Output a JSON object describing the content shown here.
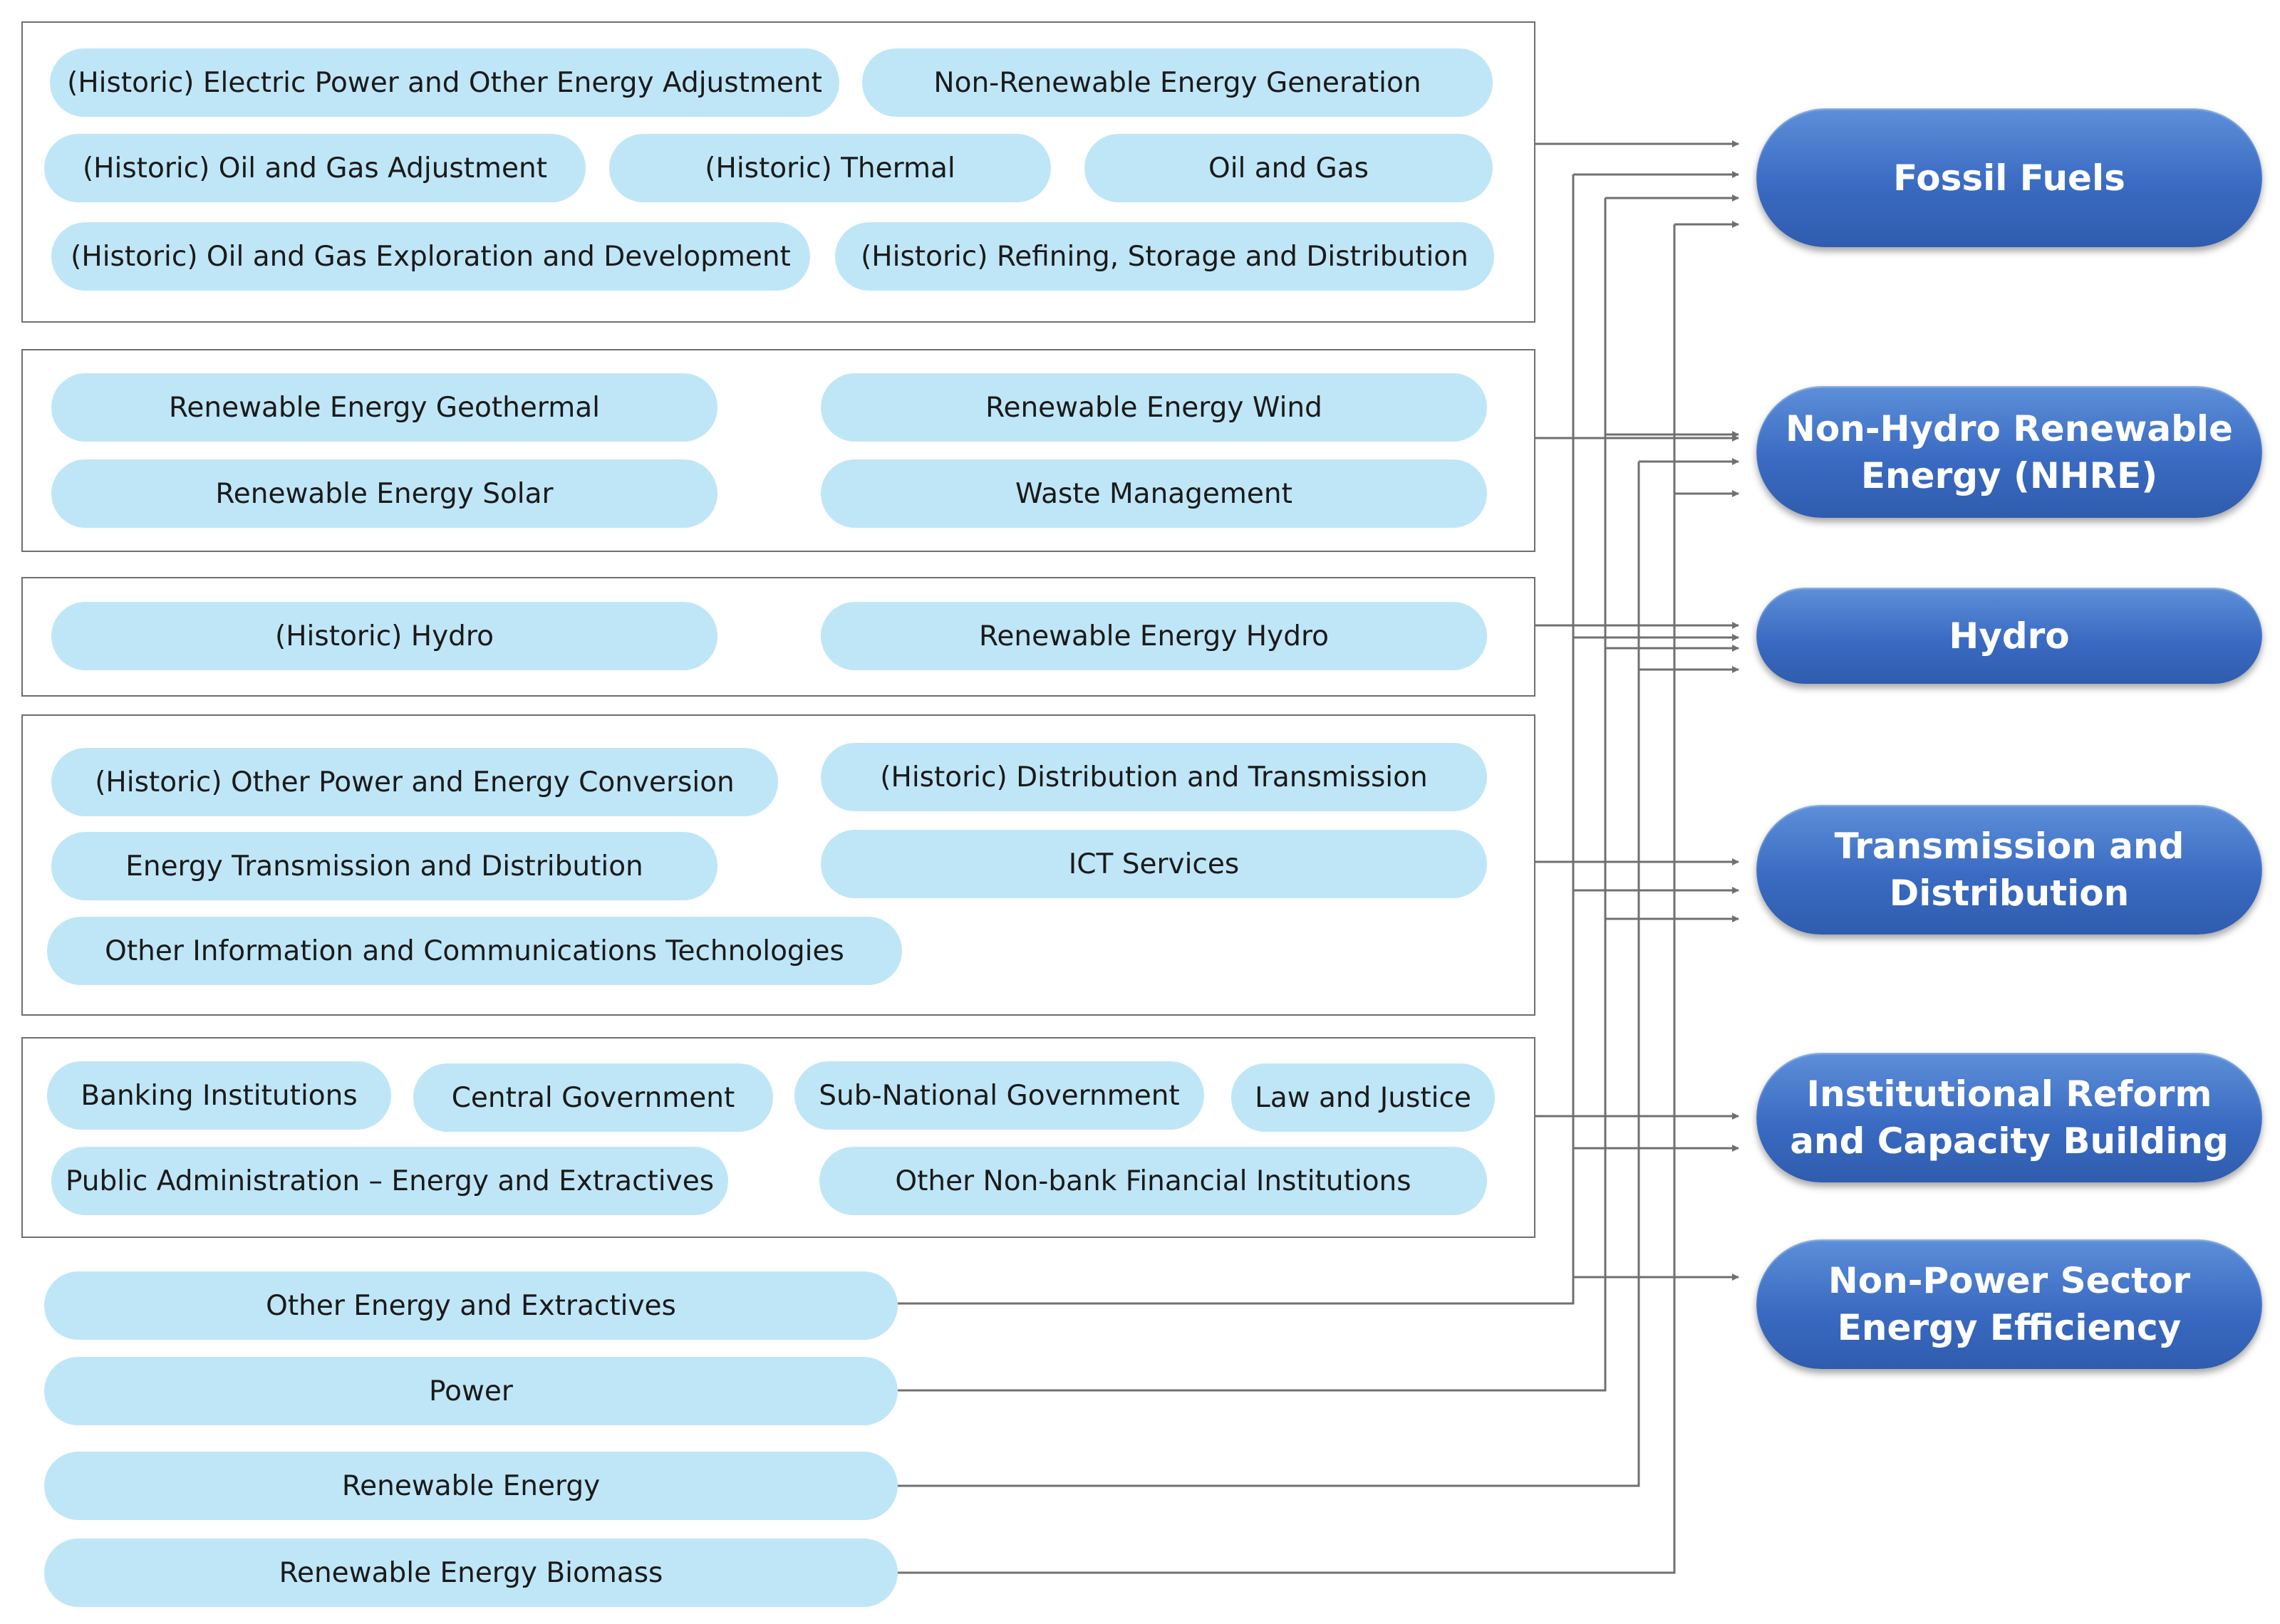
{
  "groups": [
    {
      "items": [
        "(Historic) Electric Power and Other Energy Adjustment",
        "Non-Renewable Energy Generation",
        "(Historic) Oil and Gas Adjustment",
        "(Historic) Thermal",
        "Oil and Gas",
        "(Historic) Oil and Gas Exploration and Development",
        "(Historic) Refining, Storage and Distribution"
      ]
    },
    {
      "items": [
        "Renewable Energy Geothermal",
        "Renewable Energy Wind",
        "Renewable Energy Solar",
        "Waste Management"
      ]
    },
    {
      "items": [
        "(Historic) Hydro",
        "Renewable Energy Hydro"
      ]
    },
    {
      "items": [
        "(Historic) Other Power and Energy Conversion",
        "(Historic) Distribution and Transmission",
        "Energy Transmission and Distribution",
        "ICT Services",
        "Other Information and Communications Technologies"
      ]
    },
    {
      "items": [
        "Banking Institutions",
        "Central Government",
        "Sub-National Government",
        "Law and Justice",
        "Public Administration – Energy and Extractives",
        "Other Non-bank Financial Institutions"
      ]
    }
  ],
  "standalone": [
    "Other Energy and Extractives",
    "Power",
    "Renewable Energy",
    "Renewable Energy Biomass"
  ],
  "targets": [
    "Fossil Fuels",
    "Non-Hydro Renewable Energy (NHRE)",
    "Hydro",
    "Transmission and Distribution",
    "Institutional Reform and Capacity Building",
    "Non-Power Sector Energy Efficiency"
  ],
  "colors": {
    "pill": "#bfe6f7",
    "target": "#3a6bc2",
    "connector": "#707070",
    "group_border": "#6f6f6f"
  }
}
